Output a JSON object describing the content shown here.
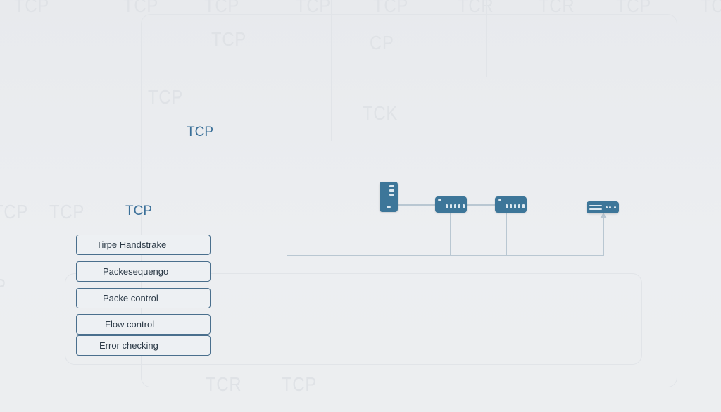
{
  "diagram": {
    "labels": {
      "title_upper": "TCP",
      "title_lower": "TCP"
    },
    "features": [
      {
        "label": "Tirpe Handstrake"
      },
      {
        "label": "Packesequengo"
      },
      {
        "label": "Packe control"
      },
      {
        "label": "Flow control"
      },
      {
        "label": "Error checking"
      }
    ],
    "nodes": [
      {
        "type": "server",
        "icon": "server-tower-icon"
      },
      {
        "type": "switch",
        "icon": "network-switch-icon"
      },
      {
        "type": "switch",
        "icon": "network-switch-icon"
      },
      {
        "type": "router",
        "icon": "router-icon"
      }
    ],
    "background_watermarks": [
      "TCP",
      "TCP",
      "TCP",
      "TCP",
      "TCP",
      "TCR",
      "TCR",
      "TCP",
      "TCP",
      "TCP",
      "CP",
      "TCK",
      "TCP",
      "TCP",
      "TCP",
      "P",
      "TCR",
      "TCP"
    ],
    "colors": {
      "background": "#eaecef",
      "accent": "#3d7699",
      "title": "#3a6f98",
      "box_border": "#4a6f8d",
      "wire": "#b9c7d2"
    }
  }
}
